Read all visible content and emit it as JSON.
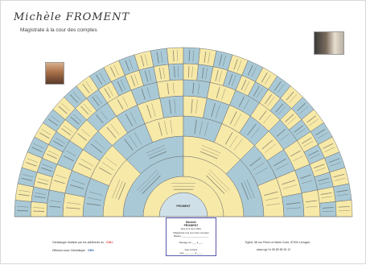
{
  "header": {
    "title": "Michèle FROMENT",
    "subtitle": "Magistrate à la cour des comptes"
  },
  "center_box": {
    "lines": [
      "Michèle",
      "FROMENT",
      "Née le 9 avril 1931",
      "Magistrate à la cour des comptes",
      "Mariée ____________________",
      "",
      "Mariage du ___ à ___",
      "",
      "Née à Paris",
      "née ___ ____ à ____"
    ]
  },
  "footer": {
    "left_line1": "Généalogie réalisée par les adhérents du",
    "left_mark1": "CGLI",
    "left_line2": "Diffusion avec Généatique",
    "left_mark2": "GEN",
    "right_line1": "Eghet, 58 rue Pierre et Marie Curie, 87000 Limoges",
    "right_line2": "www.cgl-l.fr    05 55 55 45 12"
  },
  "colors": {
    "blue": "#a9c9d6",
    "yellow": "#f7e9a8",
    "outline": "#6e6e6e"
  },
  "fan": {
    "center_label": "FROMENT",
    "rings": 9
  }
}
